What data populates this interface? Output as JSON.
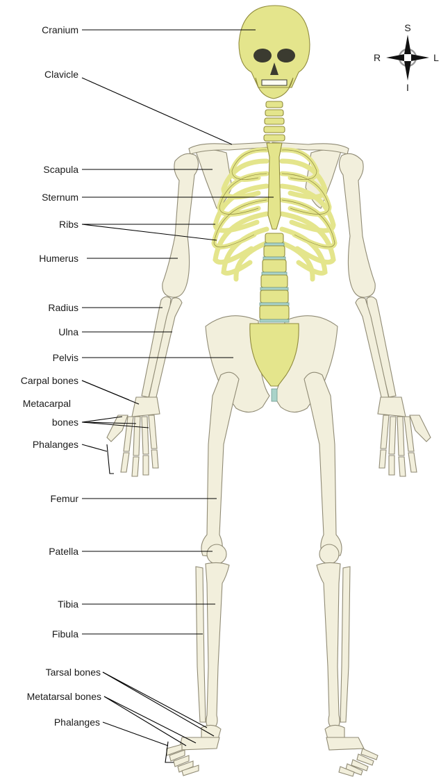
{
  "labels": {
    "cranium": "Cranium",
    "clavicle": "Clavicle",
    "scapula": "Scapula",
    "sternum": "Sternum",
    "ribs": "Ribs",
    "humerus": "Humerus",
    "radius": "Radius",
    "ulna": "Ulna",
    "pelvis": "Pelvis",
    "carpal": "Carpal bones",
    "metacarpal1": "Metacarpal",
    "metacarpal2": "bones",
    "phalanges_hand": "Phalanges",
    "femur": "Femur",
    "patella": "Patella",
    "tibia": "Tibia",
    "fibula": "Fibula",
    "tarsal": "Tarsal bones",
    "metatarsal": "Metatarsal bones",
    "phalanges_foot": "Phalanges"
  },
  "compass": {
    "superior": "S",
    "inferior": "I",
    "right": "R",
    "left": "L"
  },
  "colors": {
    "axial_skeleton": "#e4e58c",
    "appendicular_skeleton": "#f2efdc",
    "intervertebral_discs": "#a9d3c9"
  }
}
